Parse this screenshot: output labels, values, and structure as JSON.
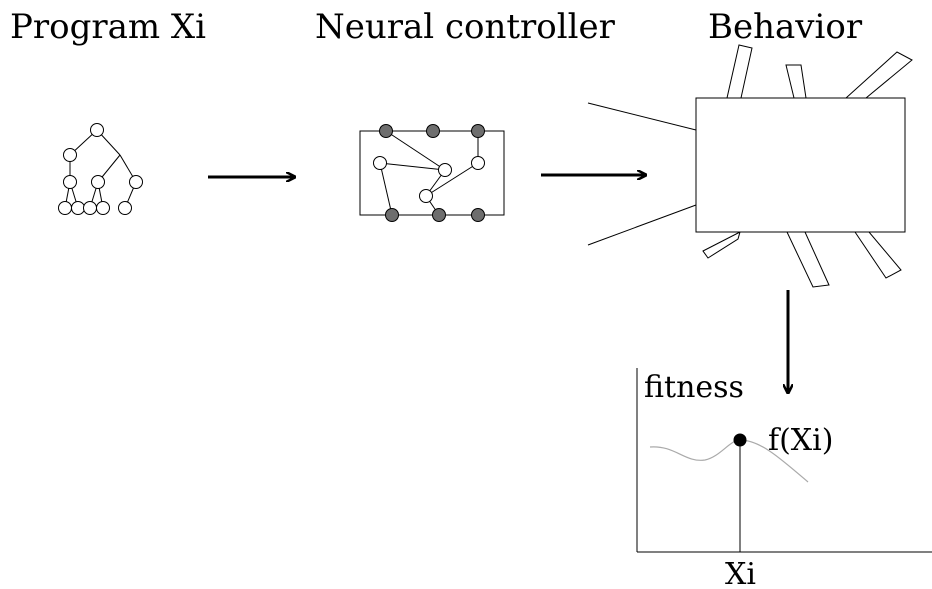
{
  "headings": {
    "program": "Program Xi",
    "controller": "Neural controller",
    "behavior": "Behavior"
  },
  "plot": {
    "ylabel": "fitness",
    "point_label": "f(Xi)",
    "x_tick": "Xi"
  },
  "colors": {
    "stroke": "#000000",
    "filled_node": "#6e6e6e",
    "open_node": "#ffffff",
    "curve": "#aaaaaa"
  }
}
